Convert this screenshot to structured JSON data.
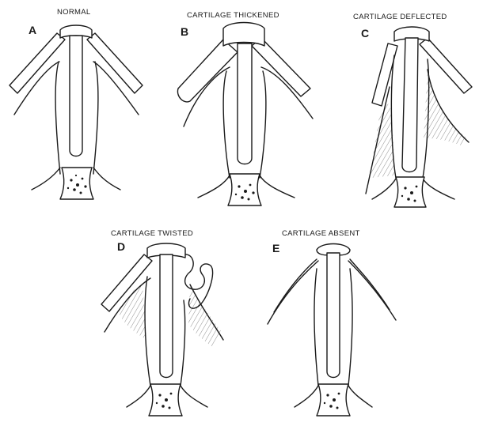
{
  "panels": [
    {
      "letter": "A",
      "caption": "NORMAL"
    },
    {
      "letter": "B",
      "caption": "CARTILAGE THICKENED"
    },
    {
      "letter": "C",
      "caption": "CARTILAGE DEFLECTED"
    },
    {
      "letter": "D",
      "caption": "CARTILAGE TWISTED"
    },
    {
      "letter": "E",
      "caption": "CARTILAGE ABSENT"
    }
  ]
}
